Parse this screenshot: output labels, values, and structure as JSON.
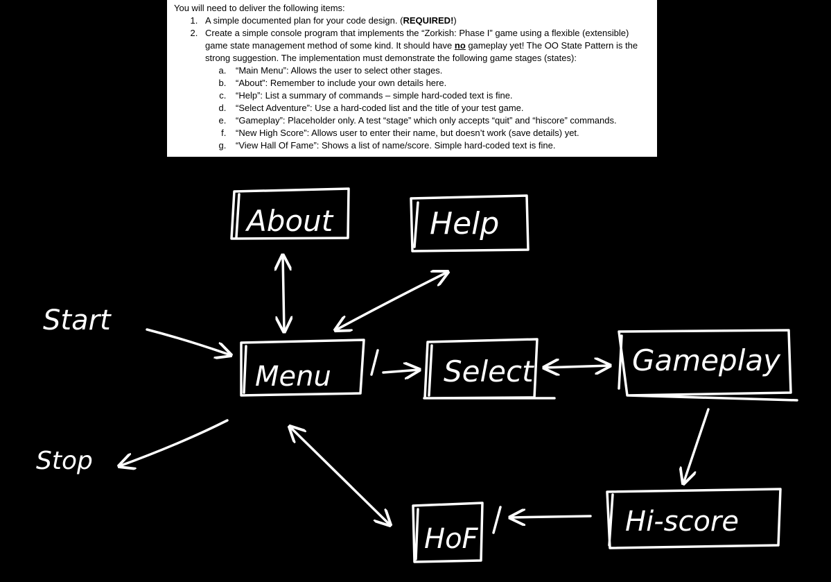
{
  "document": {
    "intro": "You will need to deliver the following items:",
    "item1_pre": "A simple documented plan for your code design. (",
    "item1_bold": "REQUIRED!",
    "item1_post": ")",
    "item2_pre": "Create a simple console program that implements the “Zorkish: Phase I” game using a flexible (extensible) game state management method of some kind. It should have ",
    "item2_bold": "no",
    "item2_post": " gameplay yet! The OO State Pattern is the strong suggestion. The implementation must demonstrate the following game stages (states):",
    "stages": [
      "“Main Menu”: Allows the user to select other stages.",
      "“About”: Remember to include your own details here.",
      "“Help”:  List a summary of commands – simple hard-coded text is fine.",
      "“Select Adventure”:  Use a hard-coded list and the title of your test game.",
      "“Gameplay”: Placeholder only. A test “stage” which only accepts “quit” and “hiscore” commands.",
      "“New High Score”: Allows user to enter their name, but doesn’t work (save details) yet.",
      "“View Hall Of Fame”: Shows a list of name/score. Simple hard-coded text is fine."
    ]
  },
  "diagram": {
    "labels": {
      "start": "Start",
      "stop": "Stop",
      "about": "About",
      "help": "Help",
      "menu": "Menu",
      "select": "Select",
      "gameplay": "Gameplay",
      "hiscore": "Hi-score",
      "hof": "HoF"
    },
    "colors": {
      "background": "#000000",
      "ink": "#ffffff"
    }
  }
}
